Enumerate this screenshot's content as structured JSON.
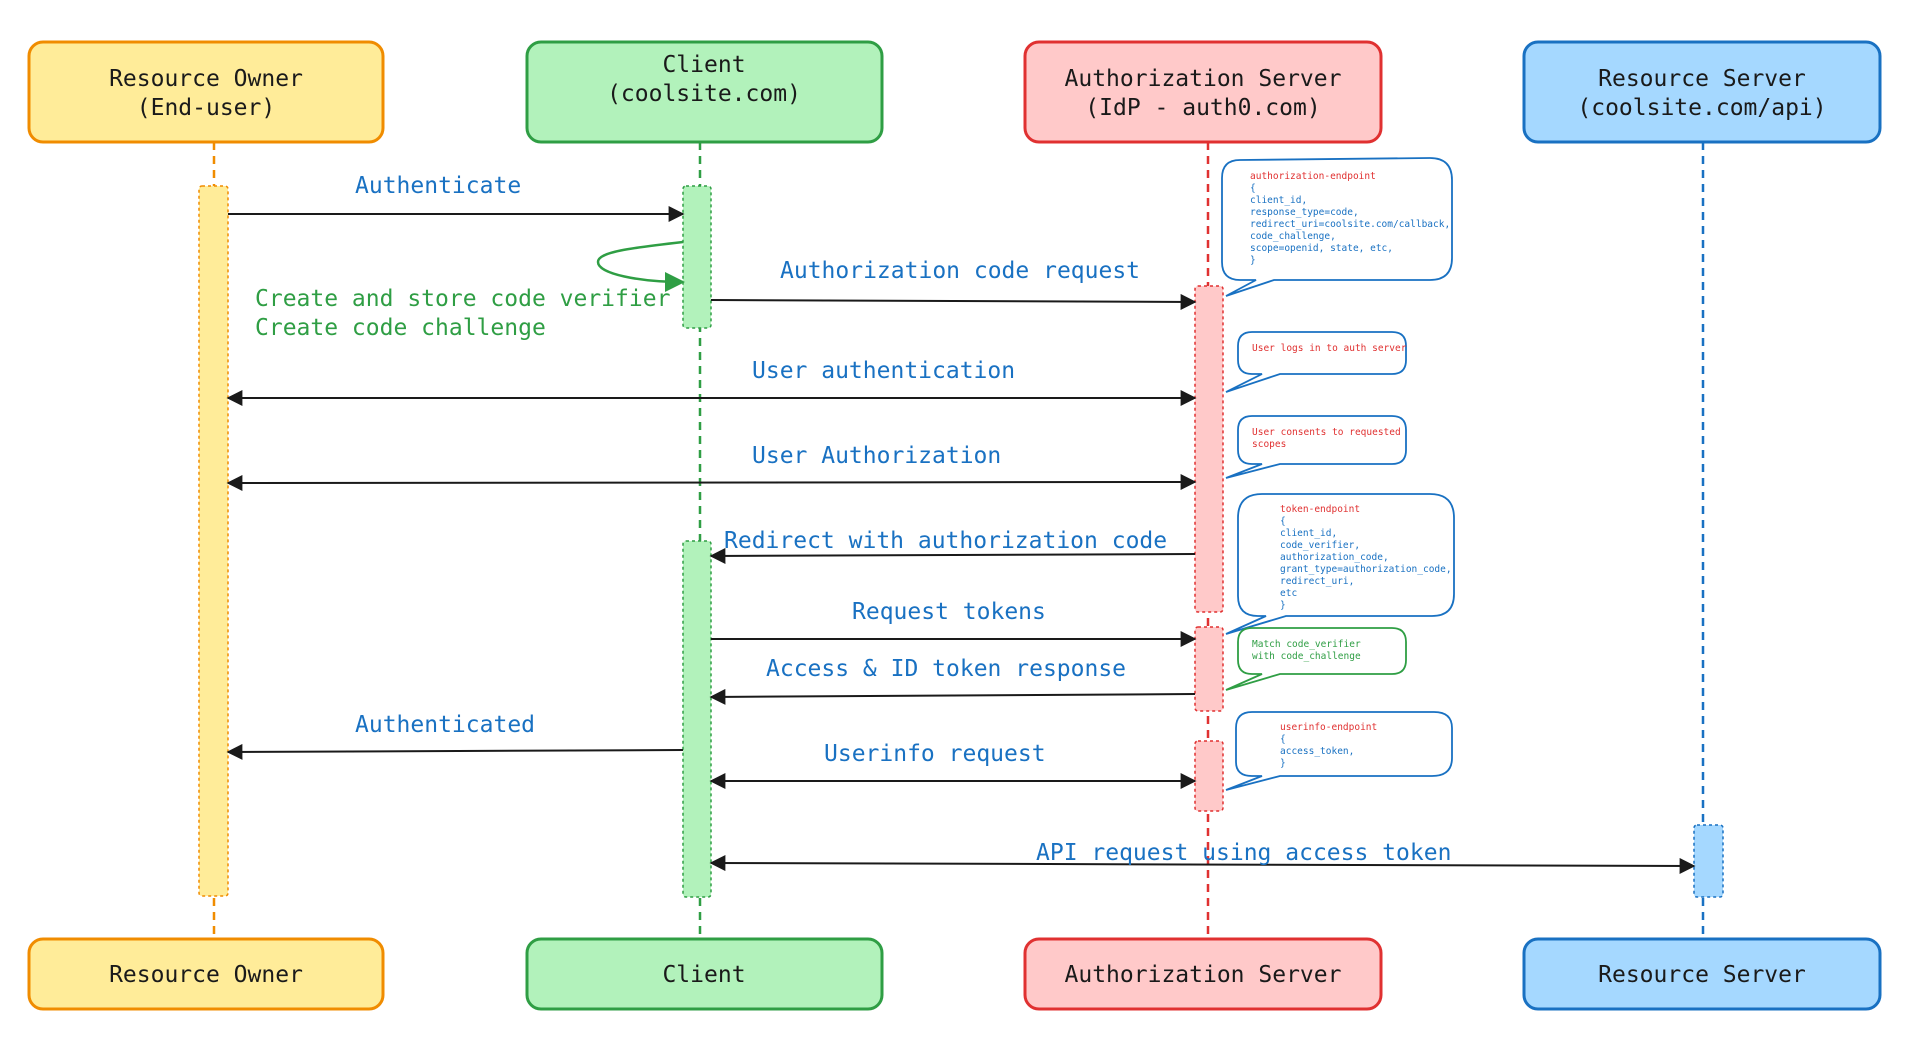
{
  "colors": {
    "owner_fill": "#ffec99",
    "owner_stroke": "#f08c00",
    "client_fill": "#b2f2bb",
    "client_stroke": "#2f9e44",
    "auth_fill": "#ffc9c9",
    "auth_stroke": "#e03131",
    "resource_fill": "#a5d8ff",
    "resource_stroke": "#1971c2",
    "message_text": "#1971c2",
    "arrow": "#1a1a1a"
  },
  "participants": {
    "owner": {
      "line1": "Resource Owner",
      "line2": "(End-user)",
      "footer": "Resource Owner"
    },
    "client": {
      "line1": "Client",
      "line2": "(coolsite.com)",
      "footer": "Client"
    },
    "auth": {
      "line1": "Authorization Server",
      "line2": "(IdP - auth0.com)",
      "footer": "Authorization Server"
    },
    "resource": {
      "line1": "Resource Server",
      "line2": "(coolsite.com/api)",
      "footer": "Resource Server"
    }
  },
  "messages": {
    "authenticate": "Authenticate",
    "auth_code_request": "Authorization code request",
    "user_authentication": "User authentication",
    "user_authorization": "User Authorization",
    "redirect": "Redirect with authorization code",
    "request_tokens": "Request tokens",
    "token_response": "Access & ID token response",
    "authenticated": "Authenticated",
    "userinfo_request": "Userinfo request",
    "api_request": "API request using access token"
  },
  "self_note": {
    "line1": "Create and store code verifier",
    "line2": "Create code challenge"
  },
  "bubbles": {
    "authorization_endpoint": {
      "title": "authorization-endpoint",
      "lines": [
        "{",
        "client_id,",
        "response_type=code,",
        "redirect_uri=coolsite.com/callback,",
        "code_challenge,",
        "scope=openid, state, etc,",
        "}"
      ]
    },
    "login": {
      "text": "User logs in to auth server"
    },
    "consent": {
      "line1": "User consents to requested",
      "line2": "scopes"
    },
    "token_endpoint": {
      "title": "token-endpoint",
      "lines": [
        "{",
        "client_id,",
        "code_verifier,",
        "authorization_code,",
        "grant_type=authorization_code,",
        "redirect_uri,",
        "etc",
        "}"
      ]
    },
    "match": {
      "line1": "Match code_verifier",
      "line2": "with code_challenge"
    },
    "userinfo_endpoint": {
      "title": "userinfo-endpoint",
      "lines": [
        "{",
        "access_token,",
        "}"
      ]
    }
  }
}
